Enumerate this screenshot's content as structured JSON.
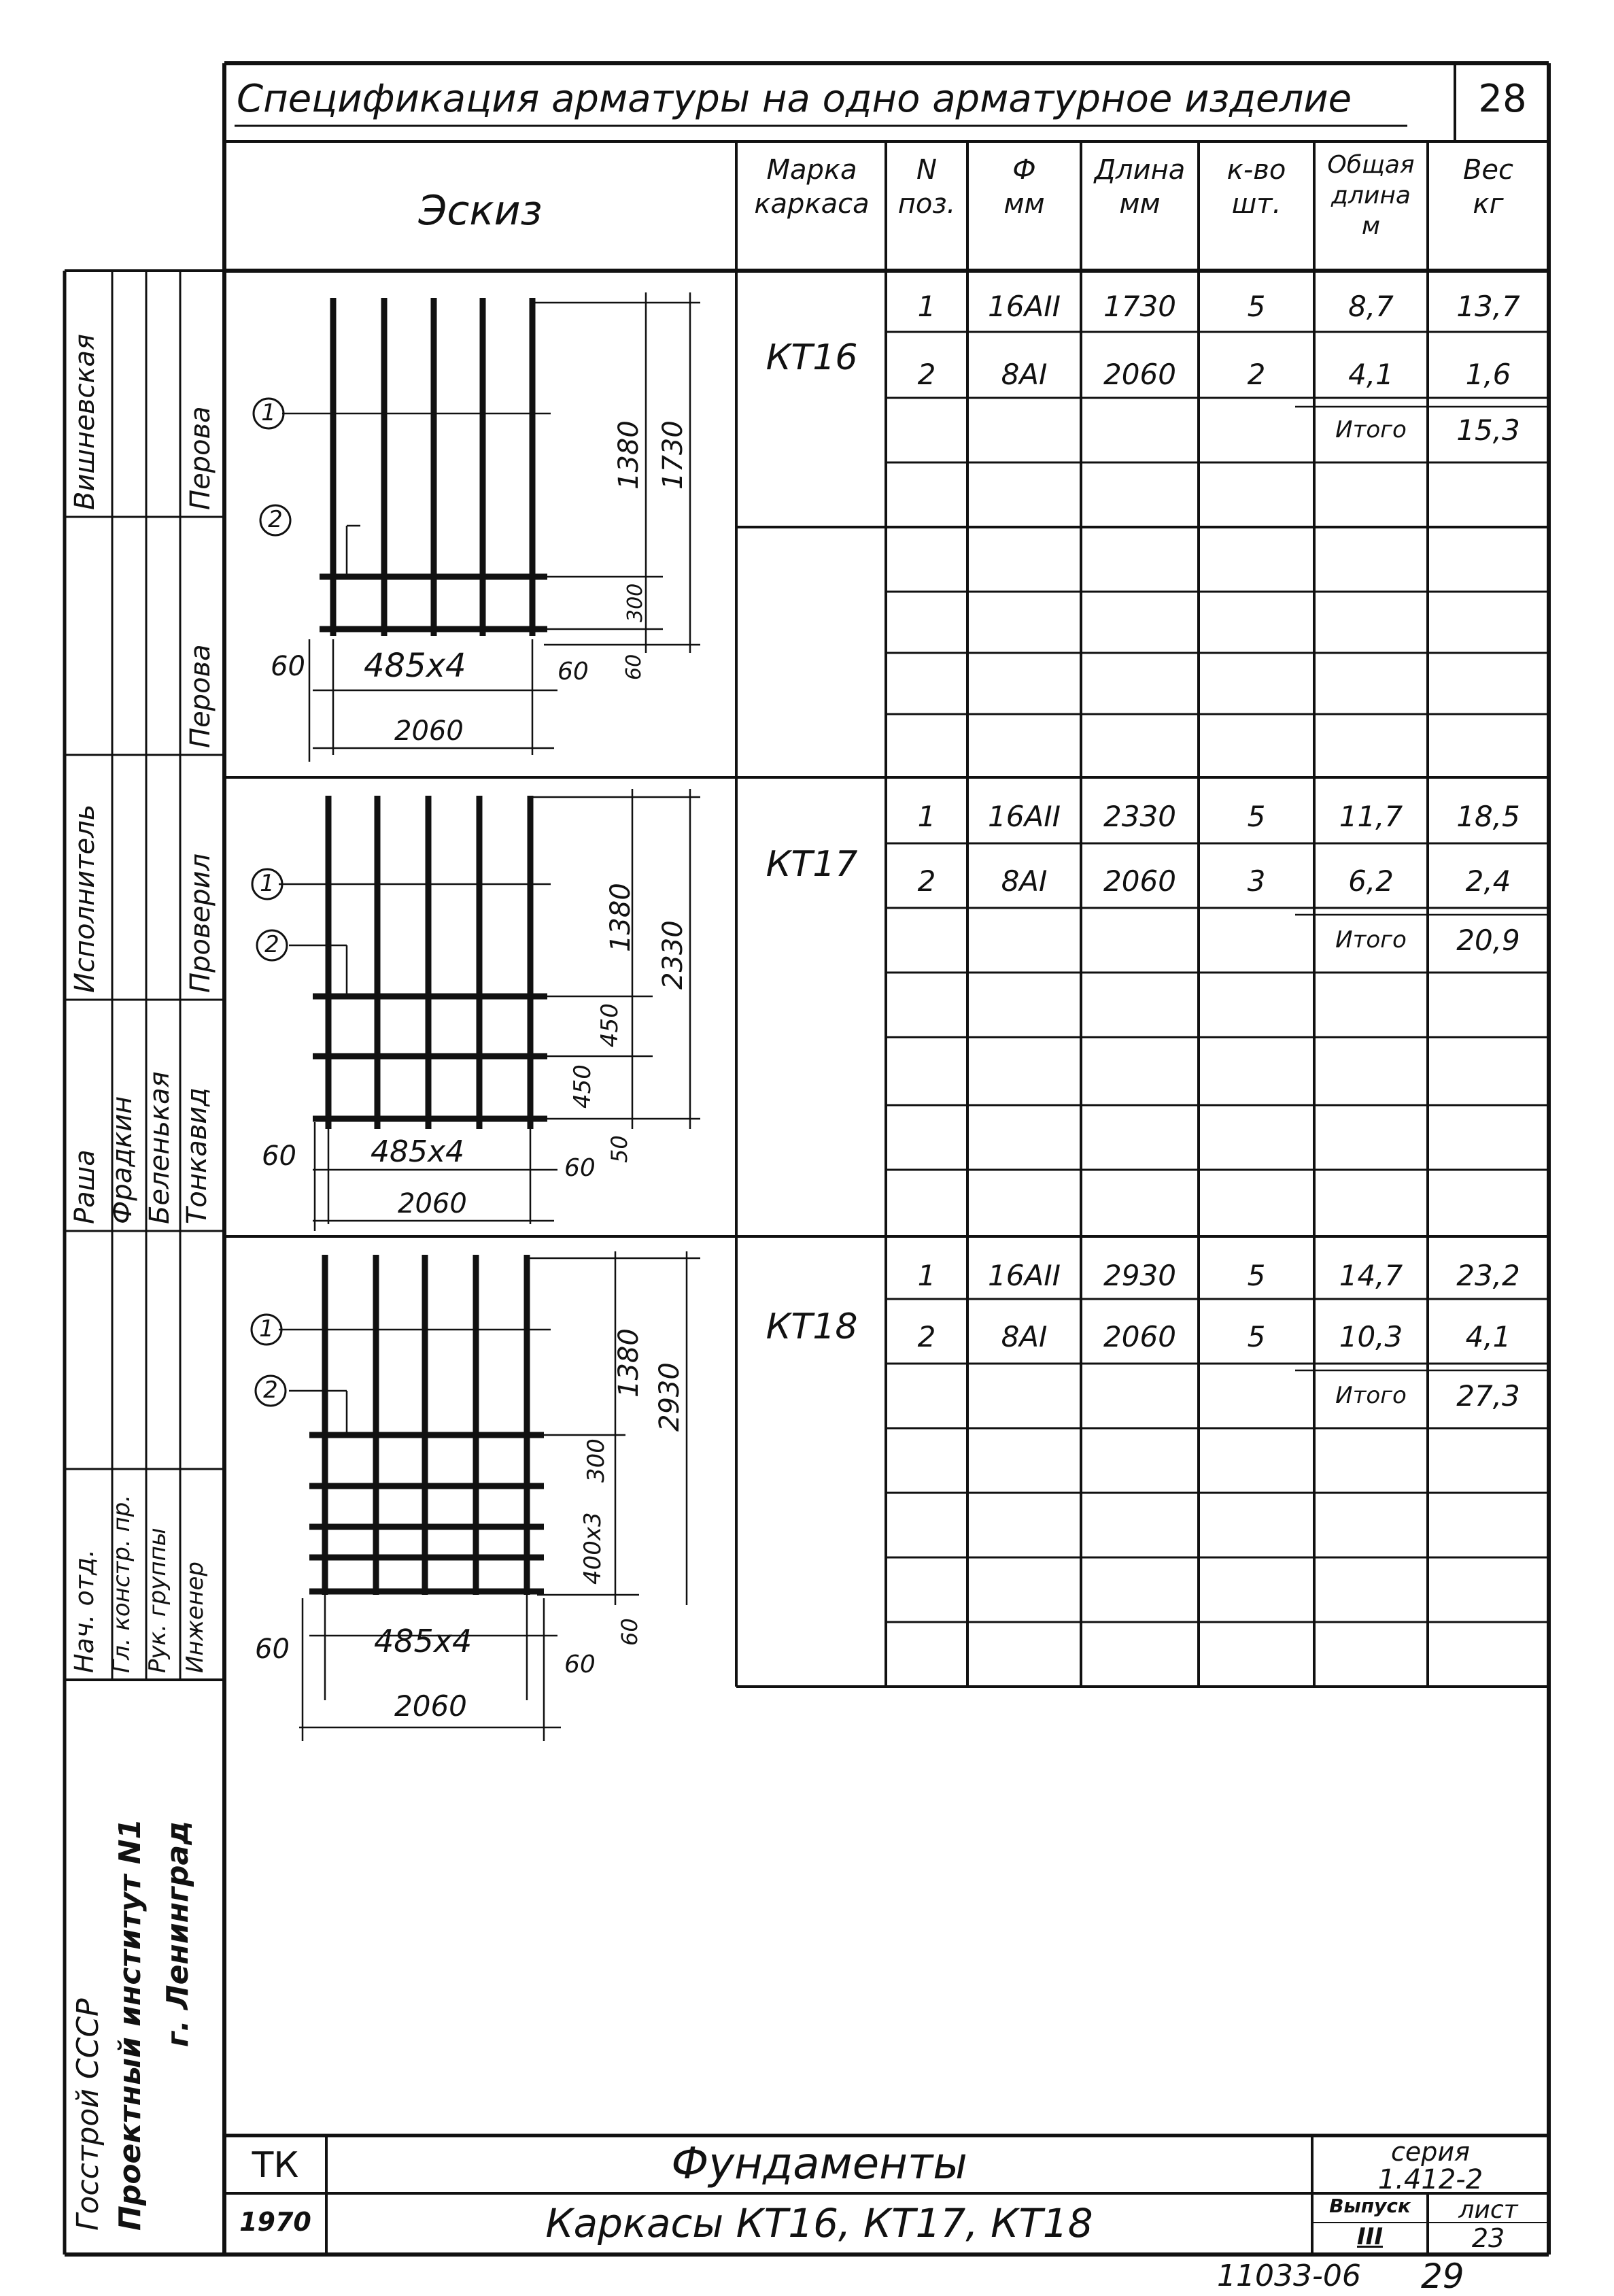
{
  "header": {
    "title": "Спецификация арматуры на одно арматурное изделие",
    "sheet_number": "28"
  },
  "columns": {
    "sketch": "Эскиз",
    "mark_1": "Марка",
    "mark_2": "каркаса",
    "pos_1": "N",
    "pos_2": "поз.",
    "dia_1": "Ф",
    "dia_2": "мм",
    "len_1": "Длина",
    "len_2": "мм",
    "qty_1": "к-во",
    "qty_2": "шт.",
    "total_1": "Общая",
    "total_2": "длина",
    "total_3": "м",
    "weight_1": "Вес",
    "weight_2": "кг"
  },
  "frames": [
    {
      "mark": "КТ16",
      "rows": [
        {
          "pos": "1",
          "dia": "16АII",
          "len": "1730",
          "qty": "5",
          "total": "8,7",
          "weight": "13,7"
        },
        {
          "pos": "2",
          "dia": "8АI",
          "len": "2060",
          "qty": "2",
          "total": "4,1",
          "weight": "1,6"
        }
      ],
      "sum_label": "Итого",
      "sum": "15,3",
      "sketch": {
        "dim_top": "1380",
        "dim_total": "1730",
        "dim_a": "300",
        "dim_b": "60",
        "left": "60",
        "right": "60",
        "spacing": "485x4",
        "width": "2060"
      }
    },
    {
      "mark": "КТ17",
      "rows": [
        {
          "pos": "1",
          "dia": "16АII",
          "len": "2330",
          "qty": "5",
          "total": "11,7",
          "weight": "18,5"
        },
        {
          "pos": "2",
          "dia": "8АI",
          "len": "2060",
          "qty": "3",
          "total": "6,2",
          "weight": "2,4"
        }
      ],
      "sum_label": "Итого",
      "sum": "20,9",
      "sketch": {
        "dim_top": "1380",
        "dim_total": "2330",
        "dim_a": "450",
        "dim_a2": "450",
        "dim_b": "50",
        "left": "60",
        "right": "60",
        "spacing": "485x4",
        "width": "2060"
      }
    },
    {
      "mark": "КТ18",
      "rows": [
        {
          "pos": "1",
          "dia": "16АII",
          "len": "2930",
          "qty": "5",
          "total": "14,7",
          "weight": "23,2"
        },
        {
          "pos": "2",
          "dia": "8АI",
          "len": "2060",
          "qty": "5",
          "total": "10,3",
          "weight": "4,1"
        }
      ],
      "sum_label": "Итого",
      "sum": "27,3",
      "sketch": {
        "dim_top": "1380",
        "dim_total": "2930",
        "dim_a": "300",
        "dim_a2": "400x3",
        "dim_b": "60",
        "left": "60",
        "right": "60",
        "spacing": "485x4",
        "width": "2060"
      }
    }
  ],
  "position_markers": [
    "1",
    "2"
  ],
  "side_stamp": {
    "roles": [
      "Нач. отд.",
      "Гл. констр. пр.",
      "Рук. группы",
      "Инженер"
    ],
    "roles2": [
      "Исполнитель",
      "Проверил"
    ],
    "names_a": [
      "Вишневская",
      "Перова"
    ],
    "names_b": [
      "Перова"
    ],
    "names_c": [
      "Раша",
      "Фрадкин",
      "Беленькая",
      "Тонкавид"
    ],
    "org_1": "Госстрой СССР",
    "org_2": "Проектный институт N1",
    "org_3": "г. Ленинград"
  },
  "title_block": {
    "code": "ТК",
    "section": "Фундаменты",
    "series_label": "серия",
    "series": "1.412-2",
    "year": "1970",
    "name": "Каркасы КТ16, КТ17, КТ18",
    "issue_label": "Выпуск",
    "issue": "III",
    "sheet_label": "лист",
    "sheet": "23"
  },
  "footer": {
    "inventory": "11033-06",
    "page": "29"
  }
}
